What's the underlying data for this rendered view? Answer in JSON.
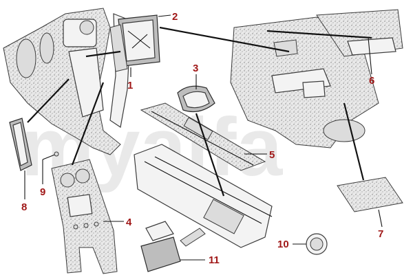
{
  "watermark": {
    "text": "myalfa"
  },
  "callouts": [
    {
      "id": "1",
      "text": "1"
    },
    {
      "id": "2",
      "text": "2"
    },
    {
      "id": "3",
      "text": "3"
    },
    {
      "id": "4",
      "text": "4"
    },
    {
      "id": "5",
      "text": "5"
    },
    {
      "id": "6",
      "text": "6"
    },
    {
      "id": "7",
      "text": "7"
    },
    {
      "id": "8",
      "text": "8"
    },
    {
      "id": "9",
      "text": "9"
    },
    {
      "id": "10",
      "text": "10"
    },
    {
      "id": "11",
      "text": "11"
    }
  ],
  "colors": {
    "callout": "#a01818",
    "line": "#111111"
  }
}
